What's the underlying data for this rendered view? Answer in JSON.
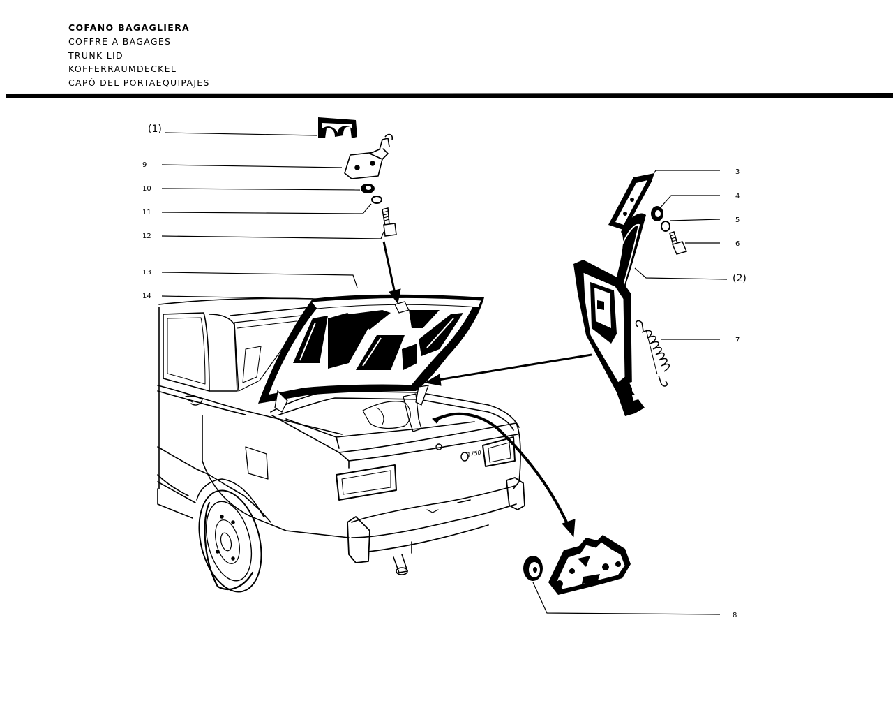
{
  "title_block": {
    "lines": [
      "COFANO BAGAGLIERA",
      "COFFRE A BAGAGES",
      "TRUNK LID",
      "KOFFERRAUMDECKEL",
      "CAPÓ DEL PORTAEQUIPAJES"
    ]
  },
  "callouts": {
    "ref1": "(1)",
    "n9": "9",
    "n10": "10",
    "n11": "11",
    "n12": "12",
    "n13": "13",
    "n14": "14",
    "n3": "3",
    "n4": "4",
    "n5": "5",
    "n6": "6",
    "ref2": "(2)",
    "n7": "7",
    "n8": "8"
  },
  "car": {
    "badge": "1750"
  }
}
